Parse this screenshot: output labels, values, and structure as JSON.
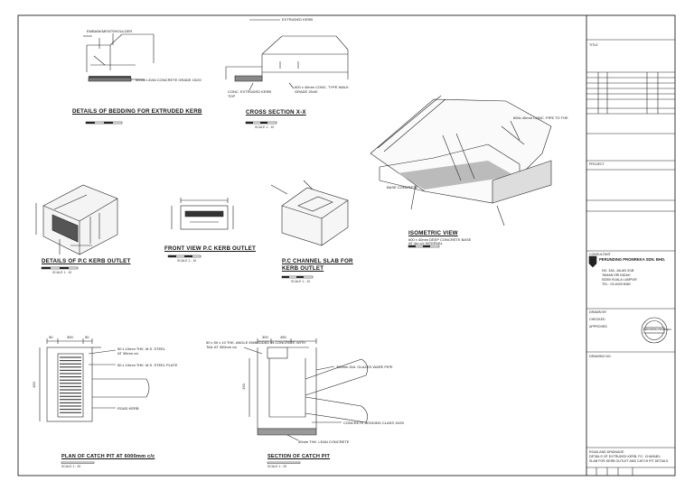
{
  "drawings": {
    "kerb_bedding": {
      "title": "DETAILS OF BEDDING FOR EXTRUDED KERB",
      "labels": [
        "EMBANKMENT",
        "SHOULDER",
        "50mm LEAN CONCRETE GRADE 15/20"
      ]
    },
    "cross_section": {
      "title": "CROSS SECTION X-X",
      "scale": "SCALE 1 : 10",
      "labels": [
        "EXTRUDED KERB",
        "600 x 40mm CONC. TYPE WALK GRADE 25/40",
        "CONC. EXTRUDED KERB TOP"
      ]
    },
    "isometric": {
      "title": "ISOMETRIC VIEW",
      "labels": [
        "600x 40mm CONC. PIPE TO THE",
        "BASE CONCRETE",
        "600 x 40mm DEEP CONCRETE BASE",
        "AT 4m c/c INTERVAL"
      ]
    },
    "kerb_outlet": {
      "title": "DETAILS OF P.C KERB OUTLET",
      "scale": "SCALE 1 : 10"
    },
    "front_view": {
      "title": "FRONT VIEW P.C KERB OUTLET",
      "scale": "SCALE 1 : 10"
    },
    "channel_slab": {
      "title_line1": "P.C CHANNEL SLAB FOR",
      "title_line2": "KERB OUTLET",
      "scale": "SCALE 1 : 10"
    },
    "plan_catch_pit": {
      "title": "PLAN OF CATCH PIT AT 6000mm c/c",
      "scale": "SCALE 1 : 20",
      "labels": [
        "50 x 10mm THK. M.S. STEEL AT 30mm c/c",
        "50 x 10mm THK. M.S. STEEL PLATE",
        "ROAD KERB"
      ],
      "dims": [
        "50",
        "300",
        "50",
        "150"
      ]
    },
    "section_catch_pit": {
      "title": "SECTION OF CATCH PIT",
      "scale": "SCALE 1 : 20",
      "labels": [
        "50 x 50 x 10 THK. ANGLE EMBEDDED IN CONCRETE WITH",
        "TAIL AT 300mm c/c",
        "300mm DIA. GLAZED WARE PIPE",
        "CONCRETE BEDDING CLASS 15/20",
        "50mm THK. LEAN CONCRETE"
      ],
      "dims": [
        "300",
        "450",
        "150"
      ]
    }
  },
  "title_block": {
    "title_label": "TITLE",
    "project_label": "PROJECT",
    "consultant_label": "CONSULTANT",
    "consultant_name": "PERUNDING PROMREKA SDN. BHD.",
    "address_lines": [
      "NO. 33A, JALAN 3/1B",
      "TAMAN SRI INDAH",
      "53300 KUALA LUMPUR"
    ],
    "tel": "TEL : 03-4025 6060",
    "drawn_label": "DRAWN BY",
    "checked_label": "CHECKED",
    "approved_label": "APPROVED",
    "drawing_no_label": "DRAWING NO.",
    "stamp_text": "PERUNDING PROMREKA",
    "drawing_title_line1": "ROAD AND DRAINAGE",
    "drawing_title_line2": "DETAILS OF EXTRUDED KERB, P.C. CHANNEL",
    "drawing_title_line3": "SLAB FOR KERB OUTLET AND CATCH PIT DETAILS"
  }
}
